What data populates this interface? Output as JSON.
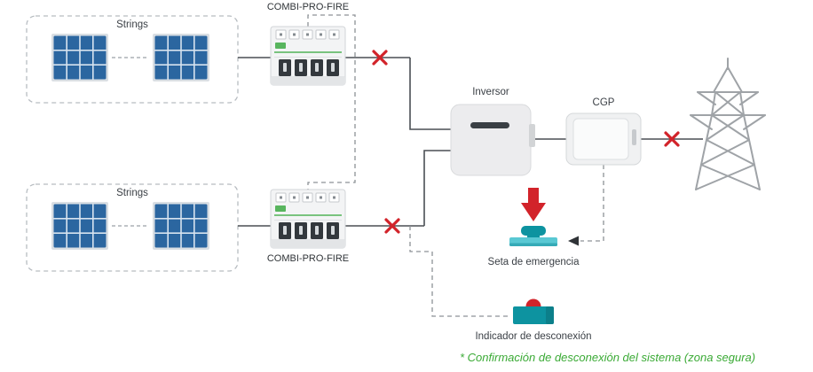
{
  "labels": {
    "strings_top": "Strings",
    "strings_bottom": "Strings",
    "combi_top": "COMBI-PRO-FIRE",
    "combi_bottom": "COMBI-PRO-FIRE",
    "inverter": "Inversor",
    "cgp": "CGP",
    "emergency_stop": "Seta de emergencia",
    "disconnect_indicator": "Indicador de desconexión",
    "footer_note": "* Confirmación de desconexión del sistema (zona segura)"
  },
  "colors": {
    "accent_red": "#d2232a",
    "teal_dark": "#0d93a0",
    "teal_light": "#59c8d3",
    "note_green": "#3aaa35",
    "wire_gray": "#4a4f54",
    "panel_blue": "#2b66a0"
  },
  "icons": [
    "solar-panel-icon",
    "combi-pro-fire-device-icon",
    "red-x-icon",
    "inverter-icon",
    "cgp-icon",
    "transmission-tower-icon",
    "down-arrow-icon",
    "emergency-stop-icon",
    "disconnect-indicator-icon",
    "left-arrowhead-icon"
  ]
}
